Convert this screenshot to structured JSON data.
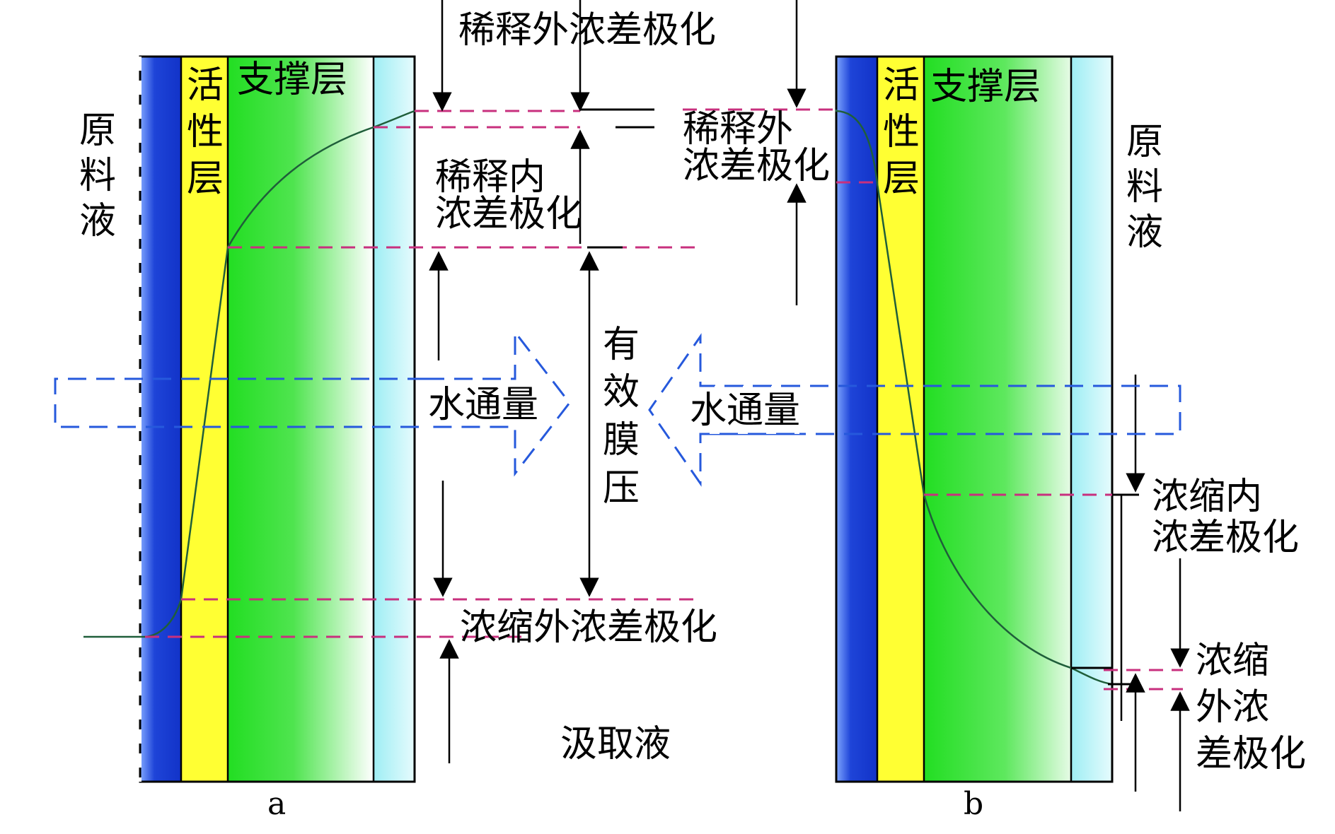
{
  "panel_a": {
    "caption": "a",
    "feed_label": [
      "原",
      "料",
      "液"
    ],
    "active_label": [
      "活",
      "性",
      "层"
    ],
    "support_label": "支撑层",
    "dilutive_external": "稀释外浓差极化",
    "dilutive_internal": [
      "稀释内",
      "浓差极化"
    ],
    "water_flux": "水通量",
    "effective_pressure": [
      "有",
      "效",
      "膜",
      "压"
    ],
    "concentrative_external": "浓缩外浓差极化",
    "draw_label": "汲取液"
  },
  "panel_b": {
    "caption": "b",
    "feed_label": [
      "原",
      "料",
      "液"
    ],
    "active_label": [
      "活",
      "性",
      "层"
    ],
    "support_label": "支撑层",
    "dilutive_external": [
      "稀释外",
      "浓差极化"
    ],
    "water_flux": "水通量",
    "concentrative_internal": [
      "浓缩内",
      "浓差极化"
    ],
    "concentrative_external": [
      "浓缩",
      "外浓",
      "差极化"
    ]
  },
  "colors": {
    "dark_blue": "#1b3fd6",
    "active_yellow": "#ffff33",
    "support_green": "#2ee02e",
    "light_cyan": "#aaf2f6",
    "magenta_dash": "#c8307e",
    "flux_blue": "#2659dc",
    "curve": "#1f5e3a"
  }
}
